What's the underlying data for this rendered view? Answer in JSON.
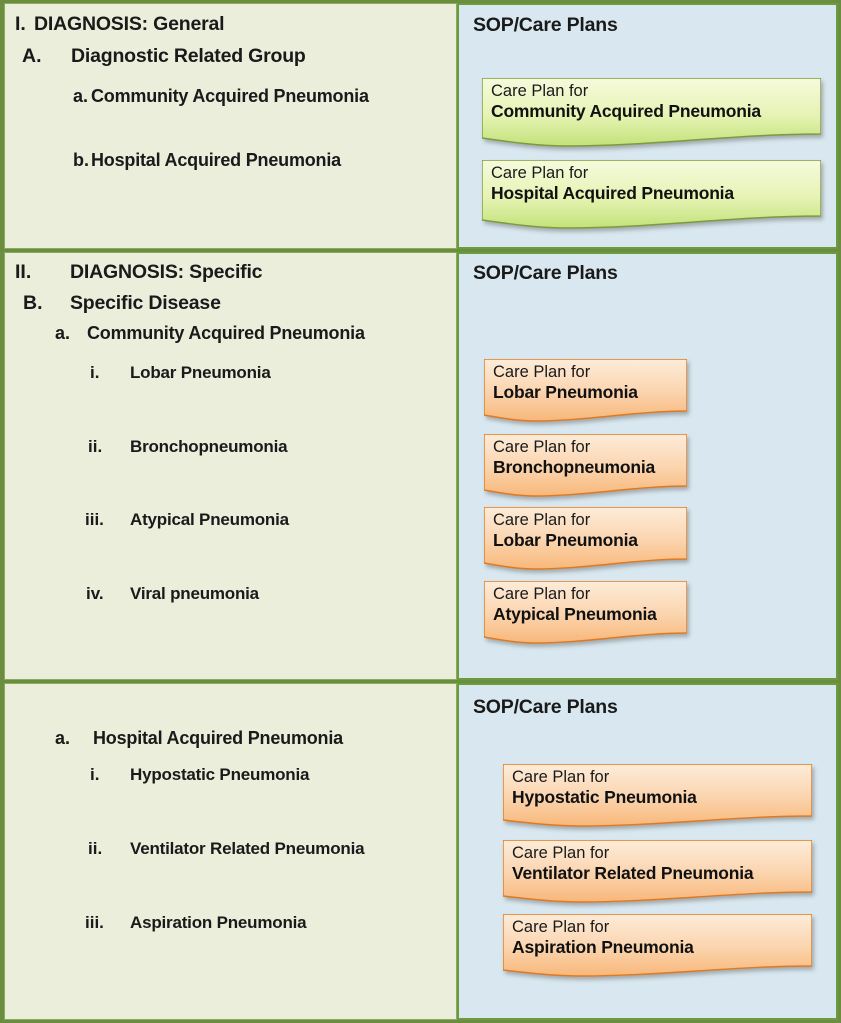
{
  "colors": {
    "frame_border": "#6b8e3e",
    "left_panel_bg": "#eaeedb",
    "right_panel_bg": "#d9e8f0",
    "green_card_top": "#f4f8d8",
    "green_card_bottom": "#c2e27a",
    "green_card_border": "#7d9b3c",
    "orange_card_top": "#fdecd9",
    "orange_card_bottom": "#f8b77a",
    "orange_card_border": "#e07a21",
    "text": "#1a1a1a"
  },
  "sections": [
    {
      "id": "general",
      "left": {
        "lines": [
          {
            "marker": "I.",
            "text": "DIAGNOSIS: General",
            "level": 1
          },
          {
            "marker": "A.",
            "text": "Diagnostic Related Group",
            "level": 2
          },
          {
            "marker": "a.",
            "text": "Community Acquired Pneumonia",
            "level": 3
          },
          {
            "marker": "b.",
            "text": "Hospital Acquired Pneumonia",
            "level": 3
          }
        ]
      },
      "right": {
        "title": "SOP/Care Plans",
        "cards": [
          {
            "prefix": "Care Plan for",
            "name": "Community Acquired Pneumonia",
            "color": "green"
          },
          {
            "prefix": "Care Plan for",
            "name": "Hospital Acquired Pneumonia",
            "color": "green"
          }
        ]
      }
    },
    {
      "id": "specific-cap",
      "left": {
        "lines": [
          {
            "marker": "II.",
            "text": "DIAGNOSIS: Specific",
            "level": 1
          },
          {
            "marker": "B.",
            "text": "Specific Disease",
            "level": 2
          },
          {
            "marker": "a.",
            "text": "Community Acquired Pneumonia",
            "level": 3
          },
          {
            "marker": "i.",
            "text": "Lobar Pneumonia",
            "level": 4
          },
          {
            "marker": "ii.",
            "text": "Bronchopneumonia",
            "level": 4
          },
          {
            "marker": "iii.",
            "text": "Atypical Pneumonia",
            "level": 4
          },
          {
            "marker": "iv.",
            "text": "Viral pneumonia",
            "level": 4
          }
        ]
      },
      "right": {
        "title": "SOP/Care Plans",
        "cards": [
          {
            "prefix": "Care Plan for",
            "name": "Lobar Pneumonia",
            "color": "orange"
          },
          {
            "prefix": "Care Plan for",
            "name": "Bronchopneumonia",
            "color": "orange"
          },
          {
            "prefix": "Care Plan for",
            "name": "Lobar Pneumonia",
            "color": "orange"
          },
          {
            "prefix": "Care Plan for",
            "name": "Atypical Pneumonia",
            "color": "orange"
          }
        ]
      }
    },
    {
      "id": "specific-hap",
      "left": {
        "lines": [
          {
            "marker": "a.",
            "text": "Hospital Acquired Pneumonia",
            "level": 3
          },
          {
            "marker": "i.",
            "text": "Hypostatic Pneumonia",
            "level": 4
          },
          {
            "marker": "ii.",
            "text": "Ventilator Related Pneumonia",
            "level": 4
          },
          {
            "marker": "iii.",
            "text": "Aspiration Pneumonia",
            "level": 4
          }
        ]
      },
      "right": {
        "title": "SOP/Care Plans",
        "cards": [
          {
            "prefix": "Care Plan for",
            "name": "Hypostatic Pneumonia",
            "color": "orange"
          },
          {
            "prefix": "Care Plan for",
            "name": "Ventilator Related Pneumonia",
            "color": "orange"
          },
          {
            "prefix": "Care Plan for",
            "name": "Aspiration Pneumonia",
            "color": "orange"
          }
        ]
      }
    }
  ]
}
